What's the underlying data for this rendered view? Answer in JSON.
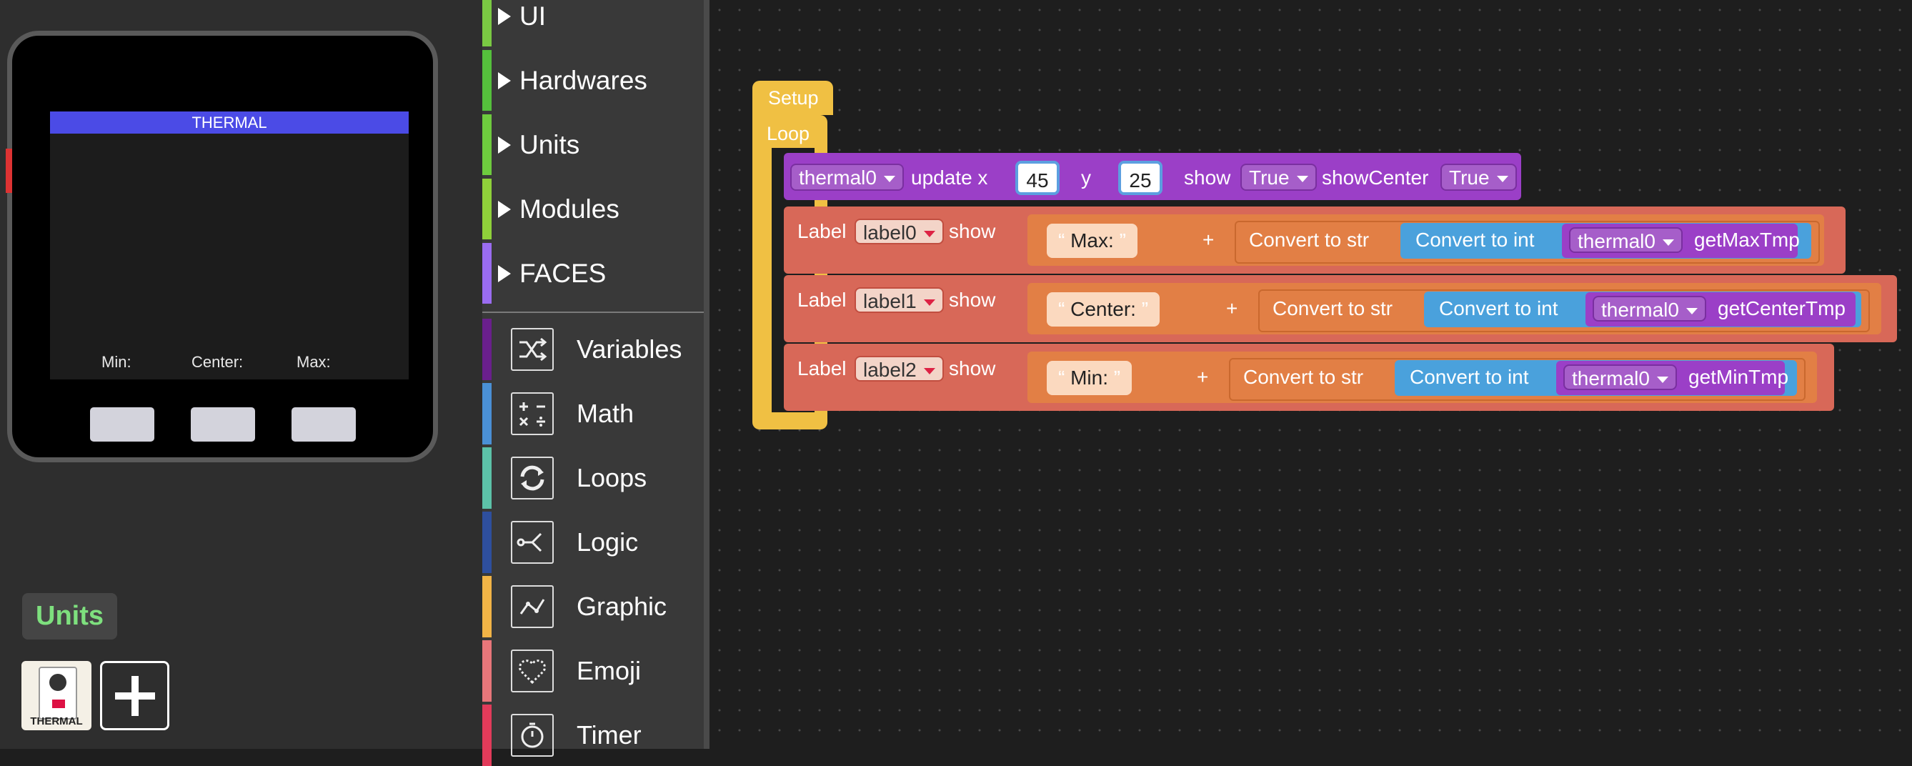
{
  "device": {
    "screen_title": "THERMAL",
    "labels": {
      "min": "Min:",
      "center": "Center:",
      "max": "Max:"
    }
  },
  "units_panel": {
    "title": "Units",
    "thermal_tile_caption": "THERMAL"
  },
  "toolbox": {
    "categories": [
      {
        "label": "UI",
        "color": "#7ac943"
      },
      {
        "label": "Hardwares",
        "color": "#55c03c"
      },
      {
        "label": "Units",
        "color": "#6ecb3e"
      },
      {
        "label": "Modules",
        "color": "#8fd13a"
      },
      {
        "label": "FACES",
        "color": "#9a6cf0"
      }
    ],
    "items": [
      {
        "label": "Variables",
        "color": "#6a1f8c",
        "icon": "shuffle-icon"
      },
      {
        "label": "Math",
        "color": "#4a90d6",
        "icon": "math-icon"
      },
      {
        "label": "Loops",
        "color": "#5cc2a8",
        "icon": "loop-icon"
      },
      {
        "label": "Logic",
        "color": "#2e4f9e",
        "icon": "logic-icon"
      },
      {
        "label": "Graphic",
        "color": "#f2b446",
        "icon": "graphic-icon"
      },
      {
        "label": "Emoji",
        "color": "#e8767a",
        "icon": "heart-icon"
      },
      {
        "label": "Timer",
        "color": "#e23b5a",
        "icon": "timer-icon"
      }
    ]
  },
  "workspace": {
    "setup_label": "Setup",
    "loop_label": "Loop",
    "thermal_update": {
      "target": "thermal0",
      "update_label": "update x",
      "x_value": "45",
      "y_label": "y",
      "y_value": "25",
      "show_label": "show",
      "show_value": "True",
      "showcenter_label": "showCenter",
      "showcenter_value": "True"
    },
    "label_rows": [
      {
        "kw": "Label",
        "name": "label0",
        "show": "show",
        "text": "Max:",
        "plus": "+",
        "to_str": "Convert to str",
        "to_int": "Convert to int",
        "sensor": "thermal0",
        "method": "getMaxTmp"
      },
      {
        "kw": "Label",
        "name": "label1",
        "show": "show",
        "text": "Center:",
        "plus": "+",
        "to_str": "Convert to str",
        "to_int": "Convert to int",
        "sensor": "thermal0",
        "method": "getCenterTmp"
      },
      {
        "kw": "Label",
        "name": "label2",
        "show": "show",
        "text": "Min:",
        "plus": "+",
        "to_str": "Convert to str",
        "to_int": "Convert to int",
        "sensor": "thermal0",
        "method": "getMinTmp"
      }
    ],
    "colors": {
      "event": "#f0c043",
      "thermal": "#9b3fc7",
      "label": "#d86858",
      "text_op": "#e27f45",
      "convert_int": "#4aa1dc",
      "text_literal": "#fbd9bf"
    }
  }
}
